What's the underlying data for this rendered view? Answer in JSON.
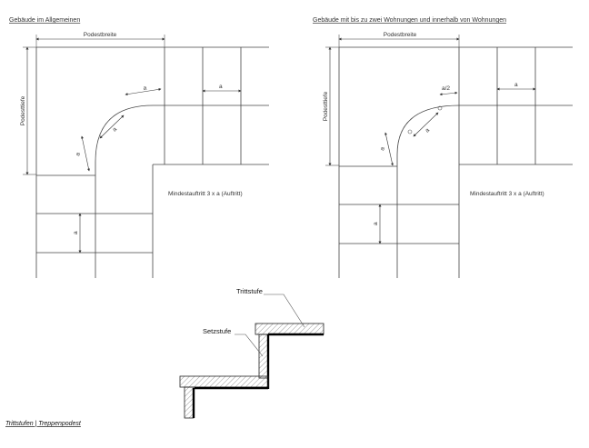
{
  "left_plan": {
    "title": "Gebäude im Allgemeinen",
    "width_label": "Podestbreite",
    "depth_label": "Podesttiefe",
    "tread_label": "a",
    "note": "Mindestauftritt 3 x a (Auftritt)"
  },
  "right_plan": {
    "title": "Gebäude mit bis zu zwei Wohnungen und innerhalb von Wohnungen",
    "width_label": "Podestbreite",
    "depth_label": "Podesttiefe",
    "tread_label": "a",
    "half_tread_label": "a/2",
    "note": "Mindestauftritt 3 x a (Auftritt)"
  },
  "section": {
    "tread_label": "Trittstufe",
    "riser_label": "Setzstufe"
  },
  "caption": "Trittstufen | Treppenpodest"
}
